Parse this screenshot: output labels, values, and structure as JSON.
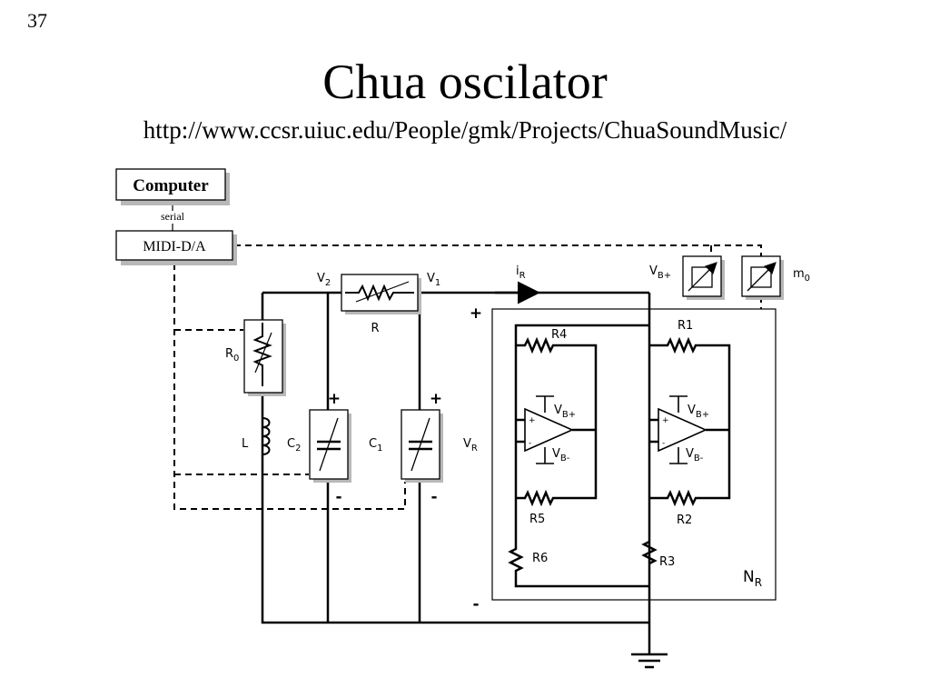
{
  "slide": {
    "number": "37",
    "title": "Chua oscilator",
    "url": "http://www.ccsr.uiuc.edu/People/gmk/Projects/ChuaSoundMusic/"
  },
  "diagram": {
    "computer": "Computer",
    "serial": "serial",
    "midi": "MIDI-D/A",
    "v2": "V",
    "v2_sub": "2",
    "v1": "V",
    "v1_sub": "1",
    "r": "R",
    "ir": "i",
    "ir_sub": "R",
    "vbplus": "V",
    "vbplus_sub": "B+",
    "m0": "m",
    "m0_sub": "0",
    "r0": "R",
    "r0_sub": "0",
    "l": "L",
    "c2": "C",
    "c2_sub": "2",
    "c1": "C",
    "c1_sub": "1",
    "vr": "V",
    "vr_sub": "R",
    "plus": "+",
    "minus": "-",
    "r1": "R1",
    "r2": "R2",
    "r3": "R3",
    "r4": "R4",
    "r5": "R5",
    "r6": "R6",
    "vb_plus": "V",
    "vb_plus_sub": "B+",
    "vb_minus": "V",
    "vb_minus_sub": "B-",
    "nr": "N",
    "nr_sub": "R"
  }
}
